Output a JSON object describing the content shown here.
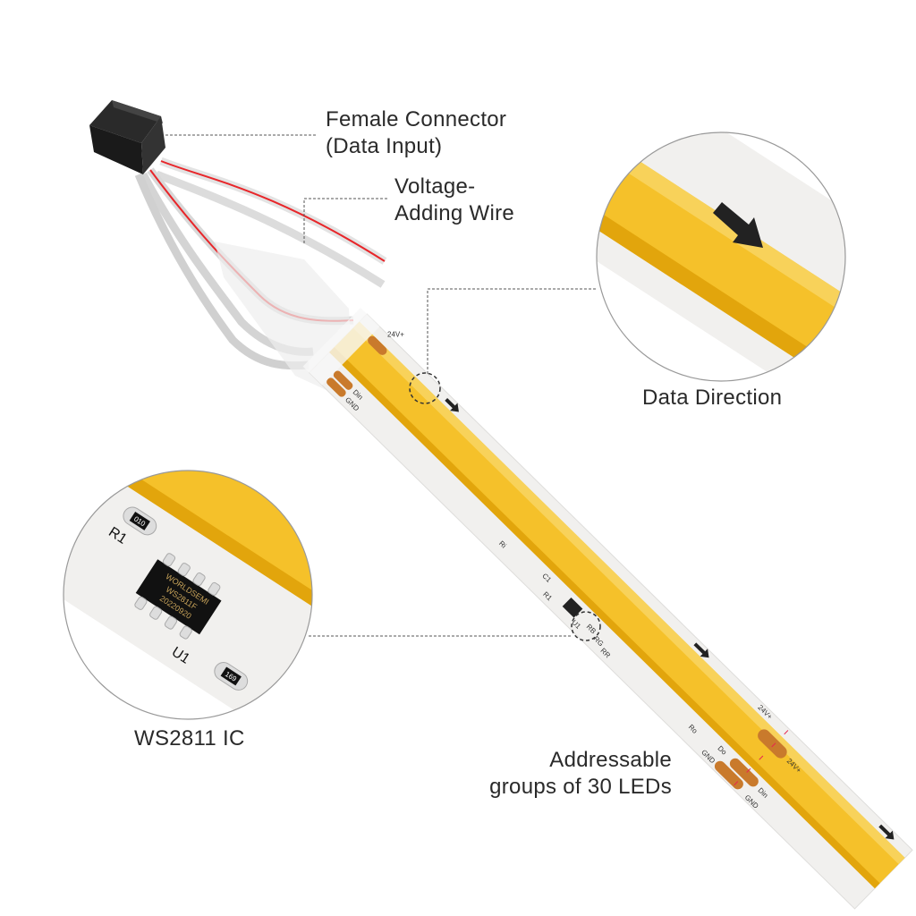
{
  "labels": {
    "connector": [
      "Female Connector",
      "(Data Input)"
    ],
    "voltage_wire": [
      "Voltage-",
      "Adding Wire"
    ],
    "data_direction": "Data Direction",
    "ic": "WS2811 IC",
    "groups": [
      "Addressable",
      "groups of 30 LEDs"
    ]
  },
  "pcb_marks": {
    "start": [
      "24V+",
      "Din",
      "GND"
    ],
    "components": [
      "Ri",
      "C1",
      "R1",
      "U1",
      "RB",
      "RG",
      "RR",
      "Ro"
    ],
    "end": [
      "24V+",
      "Do",
      "GND",
      "24V+",
      "Din",
      "GND"
    ]
  },
  "ic_zoom": {
    "chip_text": [
      "WORLDSEMI",
      "WS2811F",
      "20220920"
    ],
    "r1": "R1",
    "u1": "U1",
    "resistor_1": "010",
    "resistor_2": "169"
  },
  "colors": {
    "led": "#f5c12a",
    "led_dark": "#e2a50c",
    "pcb": "#f1f0ee",
    "pad": "#c97a2c",
    "wire_red": "#e8262a"
  }
}
